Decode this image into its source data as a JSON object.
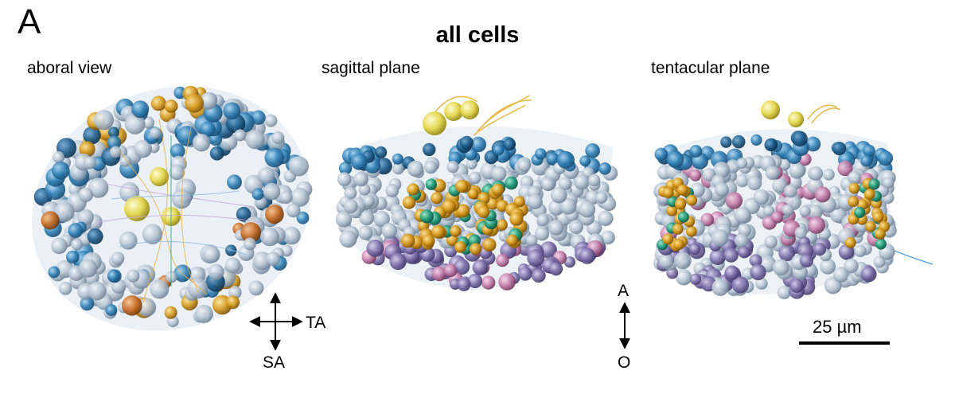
{
  "panel_letter": "A",
  "title": "all cells",
  "views": {
    "aboral": "aboral view",
    "sagittal": "sagittal plane",
    "tentacular": "tentacular plane"
  },
  "axes_left": {
    "horizontal": "TA",
    "vertical": "SA"
  },
  "axes_right": {
    "top": "A",
    "bottom": "O"
  },
  "scale_bar": {
    "label": "25 µm"
  },
  "colors": {
    "grey_blue_cells": "#b6c4d2",
    "blue_cells": "#2f7fb5",
    "dark_blue_cells": "#1b5b8a",
    "gold_cells": "#d4981a",
    "yellow_cells": "#e2d64a",
    "teal_cells": "#1f9a7a",
    "purple_cells": "#7a6fa8",
    "pink_cells": "#c27aa8"
  }
}
